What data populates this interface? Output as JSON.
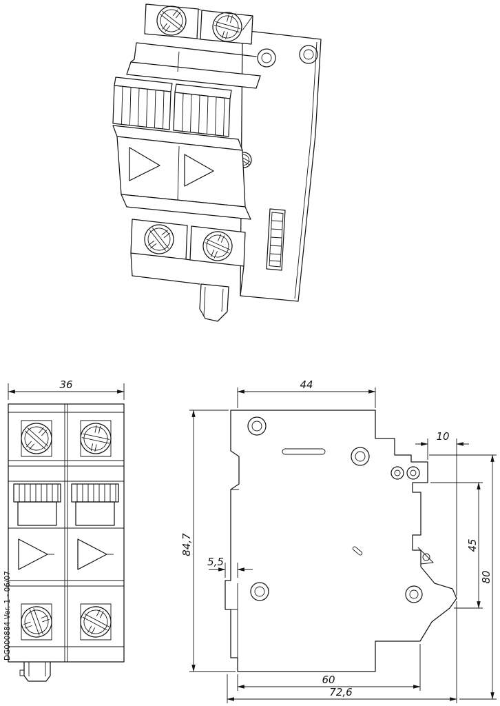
{
  "drawing": {
    "version_label": "DG000884 Ver. 1 - 06/07"
  },
  "dimensions": {
    "front_width": "36",
    "top_depth": "44",
    "din_claw_depth": "10",
    "din_recess_height": "45",
    "rear_height": "80",
    "overall_height": "84,7",
    "clip_travel": "5,5",
    "lower_depth": "60",
    "overall_depth": "72,6"
  }
}
